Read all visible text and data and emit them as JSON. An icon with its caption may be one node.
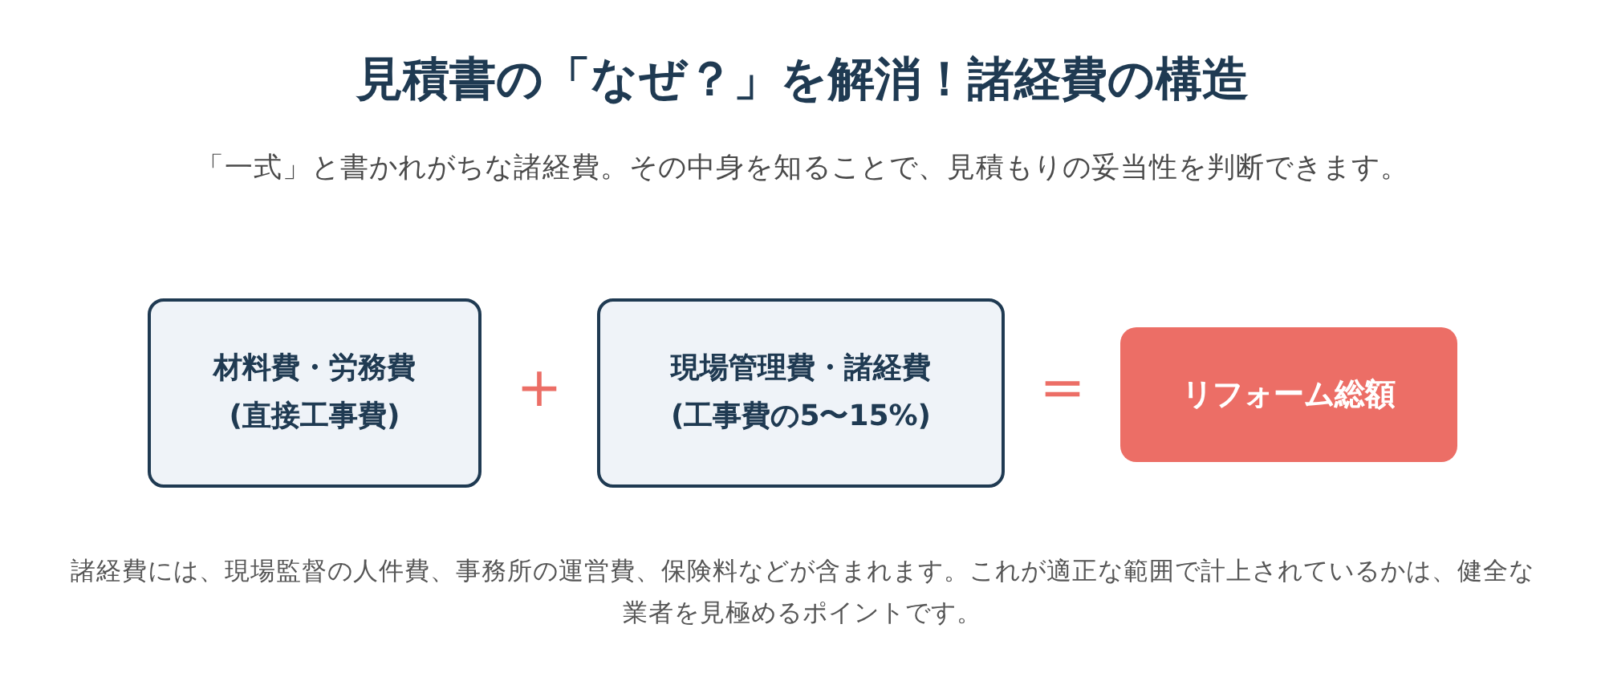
{
  "diagram": {
    "title": "見積書の「なぜ？」を解消！諸経費の構造",
    "nodes": [
      {
        "text": [
          "材料費・労務費",
          "(直接工事費)"
        ]
      },
      {
        "text": [
          "現場管理費・諸経費",
          "(工事費の5〜15%)"
        ]
      },
      {
        "text": [
          "リフォーム総額"
        ]
      }
    ],
    "edges": [],
    "labels": [
      "「一式」と書かれがちな諸経費。その中身を知ることで、見積もりの妥当性を判断できます。",
      "+",
      "="
    ],
    "caption": "諸経費には、現場監督の人件費、事務所の運営費、保険料などが含まれます。これが適正な範囲で計上されているかは、健全な業者を見極めるポイントです。"
  }
}
